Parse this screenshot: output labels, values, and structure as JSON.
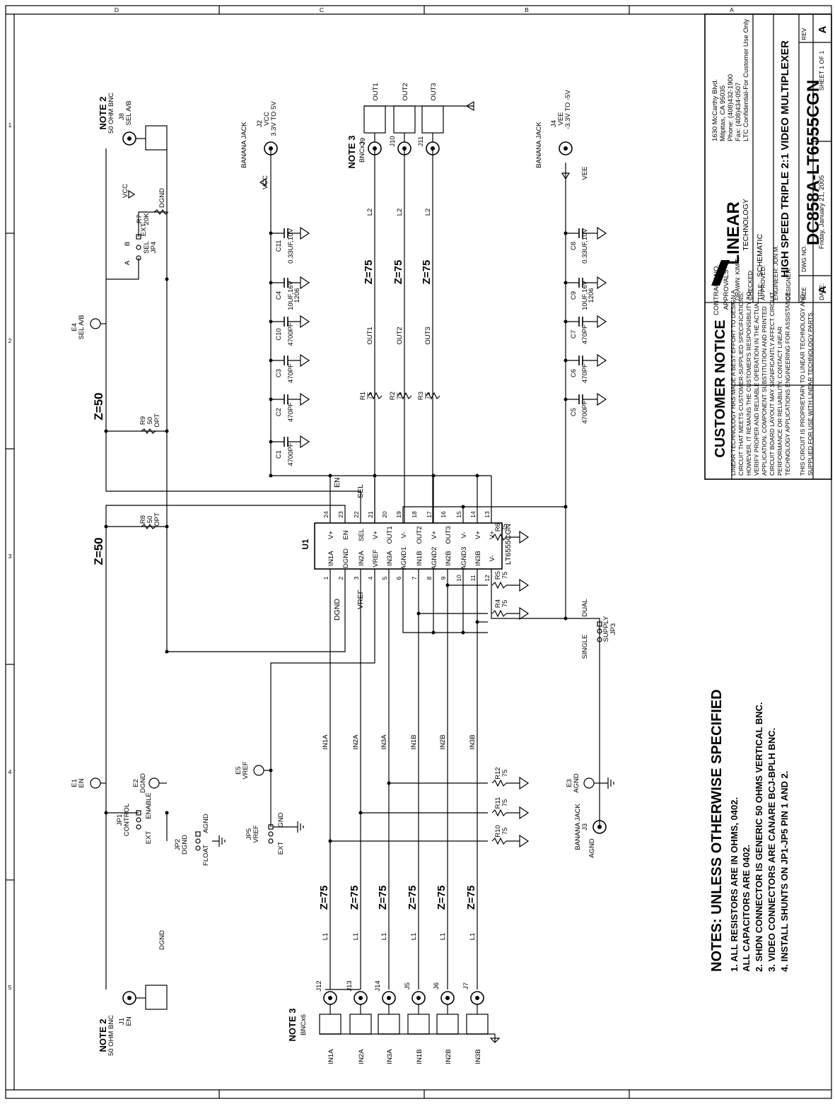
{
  "border": {
    "top_zones": [
      "D",
      "C",
      "B",
      "A"
    ],
    "side_numbers": [
      "1",
      "2",
      "3",
      "4",
      "5"
    ]
  },
  "ic": {
    "ref": "U1",
    "part": "LT6555CGN",
    "left_pins": [
      {
        "num": "1",
        "name": "IN1A"
      },
      {
        "num": "2",
        "name": "DGND"
      },
      {
        "num": "3",
        "name": "IN2A"
      },
      {
        "num": "4",
        "name": "VREF"
      },
      {
        "num": "5",
        "name": "IN3A"
      },
      {
        "num": "6",
        "name": "AGND1"
      },
      {
        "num": "7",
        "name": "IN1B"
      },
      {
        "num": "8",
        "name": "AGND2"
      },
      {
        "num": "9",
        "name": "IN2B"
      },
      {
        "num": "10",
        "name": "AGND3"
      },
      {
        "num": "11",
        "name": "IN3B"
      },
      {
        "num": "12",
        "name": "V-"
      }
    ],
    "right_pins": [
      {
        "num": "24",
        "name": "V+"
      },
      {
        "num": "23",
        "name": "EN"
      },
      {
        "num": "22",
        "name": "SEL"
      },
      {
        "num": "21",
        "name": "V+"
      },
      {
        "num": "20",
        "name": "OUT1"
      },
      {
        "num": "19",
        "name": "V-"
      },
      {
        "num": "18",
        "name": "OUT2"
      },
      {
        "num": "17",
        "name": "V+"
      },
      {
        "num": "16",
        "name": "OUT3"
      },
      {
        "num": "15",
        "name": "V-"
      },
      {
        "num": "14",
        "name": "V+"
      },
      {
        "num": "13",
        "name": "V+"
      }
    ],
    "top_labels": {
      "en": "EN",
      "sel": "SEL"
    },
    "bottom_labels": {
      "dgnd": "DGND",
      "vref": "VREF"
    }
  },
  "inputs": {
    "note": "NOTE 3",
    "bnc": "BNCx6",
    "connectors": [
      {
        "ref": "J12",
        "net": "IN1A"
      },
      {
        "ref": "J13",
        "net": "IN2A"
      },
      {
        "ref": "J14",
        "net": "IN3A"
      },
      {
        "ref": "J5",
        "net": "IN1B"
      },
      {
        "ref": "J6",
        "net": "IN2B"
      },
      {
        "ref": "J7",
        "net": "IN3B"
      }
    ],
    "inductor": "L1",
    "impedance": "Z=75"
  },
  "terminations": [
    {
      "ref": "R6",
      "val": "75"
    },
    {
      "ref": "R5",
      "val": "75"
    },
    {
      "ref": "R4",
      "val": "75"
    },
    {
      "ref": "R12",
      "val": "75"
    },
    {
      "ref": "R11",
      "val": "75"
    },
    {
      "ref": "R10",
      "val": "75"
    }
  ],
  "outputs": {
    "note": "NOTE 3",
    "bnc": "BNCx3",
    "connectors": [
      {
        "ref": "J9",
        "net": "OUT1",
        "res": "R1",
        "val": "75"
      },
      {
        "ref": "J10",
        "net": "OUT2",
        "res": "R2",
        "val": "75"
      },
      {
        "ref": "J11",
        "net": "OUT3",
        "res": "R3",
        "val": "75"
      }
    ],
    "inductor": "L2",
    "impedance": "Z=75"
  },
  "vcc": {
    "jack": "BANANA JACK",
    "ref": "J2",
    "net": "VCC",
    "range": "3.3V TO 5V",
    "caps": [
      {
        "ref": "C11",
        "val": "0.33UF,10V"
      },
      {
        "ref": "C4",
        "val": "10UF,16V",
        "pkg": "1206"
      },
      {
        "ref": "C10",
        "val": "4700PF"
      },
      {
        "ref": "C3",
        "val": "470PF"
      },
      {
        "ref": "C2",
        "val": "470PF"
      },
      {
        "ref": "C1",
        "val": "4700PF"
      }
    ]
  },
  "vee": {
    "jack": "BANANA JACK",
    "ref": "J4",
    "net": "VEE",
    "range": "-3.3V TO -5V",
    "caps": [
      {
        "ref": "C8",
        "val": "0.33UF,10V"
      },
      {
        "ref": "C9",
        "val": "10UF,16V",
        "pkg": "1206"
      },
      {
        "ref": "C7",
        "val": "470PF"
      },
      {
        "ref": "C6",
        "val": "470PF"
      },
      {
        "ref": "C5",
        "val": "4700PF"
      }
    ]
  },
  "sel_section": {
    "note": "NOTE 2",
    "bnc": "50 OHM BNC",
    "j": "J8",
    "jlabel": "SEL A/B",
    "jp": "JP4",
    "jp_sel": "SEL",
    "jp_ext": "EXT",
    "jp_a": "A",
    "jp_b": "B",
    "r7": "R7",
    "r7v": "20K",
    "vcc": "VCC",
    "dgnd": "DGND",
    "e4": "E4",
    "e4label": "SEL A/B",
    "z": "Z=50",
    "r9": "R9",
    "r9v": "50",
    "r9o": "OPT"
  },
  "en_section": {
    "note": "NOTE 2",
    "bnc": "50 OHM BNC",
    "j": "J1",
    "jlabel": "EN",
    "z": "Z=50",
    "r8": "R8",
    "r8v": "50",
    "r8o": "OPT",
    "e1": "E1",
    "e1label": "EN",
    "e2": "E2",
    "e2label": "DGND",
    "jp1": "JP1",
    "jp1a": "CONTROL",
    "jp1b": "ENABLE",
    "jp1c": "EXT",
    "jp2": "JP2",
    "jp2a": "DGND",
    "jp2b": "AGND",
    "jp2c": "FLOAT",
    "dgnd": "DGND"
  },
  "vref_section": {
    "e5": "E5",
    "e5label": "VREF",
    "jp5": "JP5",
    "jp5a": "VREF",
    "jp5b": "GND",
    "jp5c": "EXT"
  },
  "supply_section": {
    "jp3": "JP3",
    "dual": "DUAL",
    "single": "SINGLE",
    "supply": "SUPPLY",
    "e3": "E3",
    "e3label": "AGND",
    "j3": "J3",
    "j3jack": "BANANA JACK",
    "j3label": "AGND"
  },
  "notes": {
    "title": "NOTES:  UNLESS OTHERWISE SPECIFIED",
    "lines": [
      "1.  ALL RESISTORS ARE IN OHMS, 0402.",
      "     ALL CAPACITORS ARE 0402.",
      "2.  SHDN CONNECTOR IS GENERIC 50 OHMS VERTICAL BNC.",
      "3.  VIDEO CONNECTORS ARE CANARE BCJ-BPLH  BNC.",
      "4.  INSTALL SHUNTS ON JP1-JP5 PIN 1 AND 2."
    ]
  },
  "title_block": {
    "notice_title": "CUSTOMER NOTICE",
    "notice_lines": [
      "LINEAR TECHNOLOGY HAS MADE A BEST EFFORT TO DESIGN A",
      "CIRCUIT THAT MEETS CUSTOMER-SUPPLIED SPECIFICATIONS;",
      "HOWEVER, IT REMAINS THE CUSTOMER'S RESPONSIBILITY TO",
      "VERIFY PROPER AND RELIABLE OPERATION IN THE ACTUAL",
      "APPLICATION. COMPONENT SUBSTITUTION AND PRINTED",
      "CIRCUIT BOARD LAYOUT MAY SIGNIFICANTLY AFFECT CIRCUIT",
      "PERFORMANCE OR RELIABILITY. CONTACT LINEAR",
      "TECHNOLOGY APPLICATIONS ENGINEERING FOR ASSISTANCE."
    ],
    "proprietary_lines": [
      "THIS CIRCUIT IS PROPRIETARY TO LINEAR TECHNOLOGY AND",
      "SUPPLIED FOR USE WITH LINEAR TECHNOLOGY PARTS."
    ],
    "contract": "CONTRACT NO.",
    "approvals": "APPROVALS",
    "drawn": "DRAWN:  KIM T.",
    "checked": "CHECKED:",
    "approved": "APPROVED:",
    "engineer": "ENGINEER:  JON M.",
    "designer": "DESIGNER:",
    "logo": "LINEAR",
    "logo_sub": "TECHNOLOGY",
    "address": [
      "1630 McCarthy Blvd.",
      "Milpitas, CA 95035",
      "Phone: (408)432-1900",
      "Fax: (408)434-0507",
      "LTC Confidential-For Customer Use Only"
    ],
    "title_label": "TITLE:",
    "title_value": "SCHEMATIC",
    "product": "HIGH SPEED TRIPLE 2:1 VIDEO MULTIPLEXER",
    "size_label": "SIZE",
    "size": "A",
    "dwg_label": "DWG NO.",
    "dwg": "DC858A-LT6555CGN",
    "rev_label": "REV",
    "rev": "A",
    "date_label": "DATE:",
    "date": "Friday, January 21, 2005",
    "sheet": "SHEET   1   OF   1"
  }
}
